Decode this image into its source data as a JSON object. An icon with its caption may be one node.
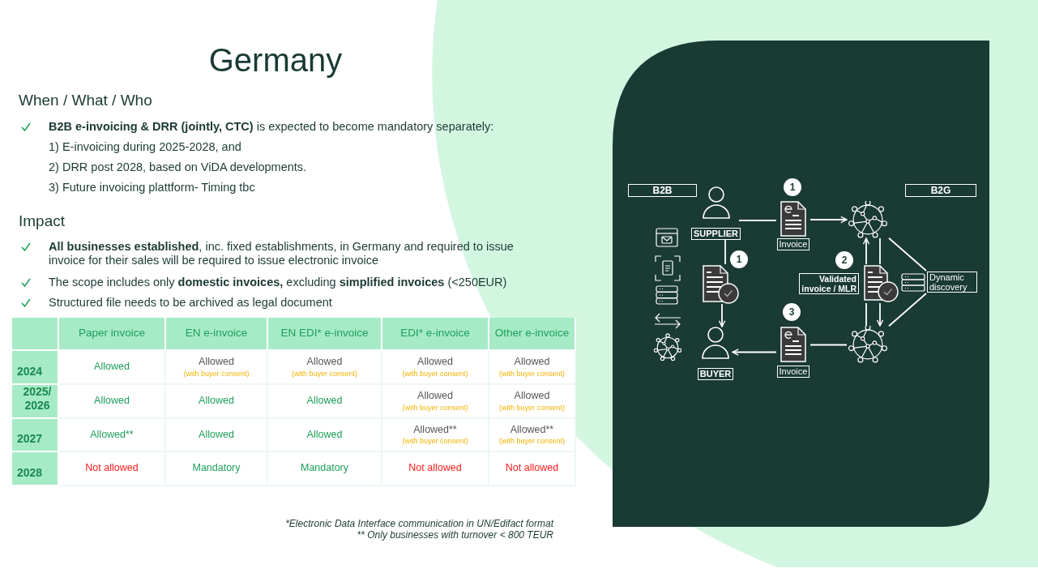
{
  "diagram": {
    "title": "Germany",
    "nodes": [
      {
        "text": [
          "B2B"
        ]
      },
      {
        "text": [
          "B2G"
        ]
      },
      {
        "text": [
          "SUPPLIER"
        ]
      },
      {
        "text": [
          "BUYER"
        ]
      },
      {
        "text": [
          "Invoice"
        ]
      },
      {
        "text": [],
        "shape": "picture"
      },
      {
        "text": [],
        "shape": "picture"
      },
      {
        "text": [
          "Dynamic discovery"
        ]
      },
      {
        "text": [
          "Validated invoice / MLR"
        ]
      },
      {
        "text": [],
        "shape": "picture"
      },
      {
        "text": [
          "Invoice"
        ]
      },
      {
        "text": [
          "1"
        ]
      },
      {
        "text": [
          "1"
        ]
      },
      {
        "text": [
          "2"
        ]
      },
      {
        "text": [
          "3"
        ]
      }
    ],
    "edges": [
      {
        "from": 2,
        "to": 4,
        "arrow": "none"
      },
      {
        "from": 4,
        "to": 5,
        "arrow": "to"
      },
      {
        "from": 2,
        "to": 9,
        "arrow": "none"
      },
      {
        "from": 9,
        "to": 3,
        "arrow": "to"
      },
      {
        "from": 6,
        "to": 8,
        "arrow": "none"
      },
      {
        "from": 8,
        "to": 5,
        "arrow": "to"
      },
      {
        "from": 5,
        "to": 8,
        "arrow": "none"
      },
      {
        "from": 8,
        "to": 6,
        "arrow": "to"
      },
      {
        "from": 5,
        "to": 7,
        "arrow": "none"
      },
      {
        "from": 6,
        "to": 7,
        "arrow": "none"
      },
      {
        "from": 6,
        "to": 10,
        "arrow": "none"
      },
      {
        "from": 10,
        "to": 3,
        "arrow": "to"
      }
    ],
    "labels": [
      "When / What / Who",
      "**B2B e-invoicing & DRR (jointly, CTC)** is expected to become mandatory separately:",
      "1) E-invoicing during 2025-2028, and",
      "2) DRR post 2028, based on ViDA developments.",
      "3) Future invoicing plattform- Timing tbc",
      "Impact",
      "**All businesses established**, inc. fixed establishments, in Germany and required to issue invoice for their sales will be required to issue electronic invoice",
      "The scope includes only **domestic invoices,** excluding **simplified invoices** (<250EUR)",
      "Structured file needs to be archived as legal document",
      "Paper invoice",
      "EN e-invoice",
      "EN EDI* e-invoice",
      "EDI* e-invoice",
      "Other e-invoice",
      "2024",
      "Allowed",
      "Allowed",
      "(with buyer consent)",
      "Allowed",
      "(with buyer consent)",
      "Allowed",
      "(with buyer consent)",
      "Allowed",
      "(with buyer consent)",
      "2025/ 2026",
      "Allowed",
      "Allowed",
      "Allowed",
      "Allowed",
      "(with buyer consent)",
      "Allowed",
      "(with buyer consent)",
      "2027",
      "Allowed**",
      "Allowed",
      "Allowed",
      "Allowed**",
      "(with buyer consent)",
      "Allowed**",
      "(with buyer consent)",
      "2028",
      "Not allowed",
      "Mandatory",
      "Mandatory",
      "Not allowed",
      "Not allowed",
      "*Electronic Data Interface communication in UN/Edifact format",
      "** Only businesses with turnover < 800 TEUR"
    ]
  }
}
